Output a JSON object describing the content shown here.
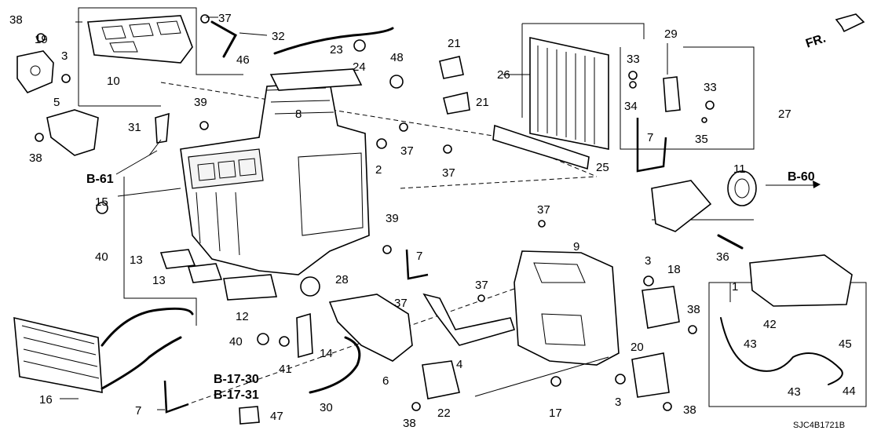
{
  "diagram": {
    "code": "SJC4B1721B",
    "direction_label": "FR.",
    "refs": {
      "b61": "B-61",
      "b60": "B-60",
      "b1730": "B-17-30",
      "b1731": "B-17-31"
    },
    "callouts": {
      "n38a": "38",
      "n19": "19",
      "n3a": "3",
      "n5": "5",
      "n38b": "38",
      "n10": "10",
      "n37a": "37",
      "n32": "32",
      "n46": "46",
      "n23": "23",
      "n24": "24",
      "n48": "48",
      "n21a": "21",
      "n21b": "21",
      "n8": "8",
      "n39a": "39",
      "n31": "31",
      "n2": "2",
      "n37b": "37",
      "n37c": "37",
      "n15": "15",
      "n40a": "40",
      "n13a": "13",
      "n13b": "13",
      "n12": "12",
      "n28": "28",
      "n39b": "39",
      "n7a": "7",
      "n37d": "37",
      "n37e": "37",
      "n37f": "37",
      "n16": "16",
      "n7b": "7",
      "n40b": "40",
      "n41": "41",
      "n14": "14",
      "n6": "6",
      "n30": "30",
      "n47": "47",
      "n4": "4",
      "n9": "9",
      "n22": "22",
      "n38c": "38",
      "n17": "17",
      "n26": "26",
      "n29": "29",
      "n33a": "33",
      "n33b": "33",
      "n34": "34",
      "n35": "35",
      "n27": "27",
      "n25": "25",
      "n7c": "7",
      "n11": "11",
      "n36": "36",
      "n3b": "3",
      "n18": "18",
      "n38d": "38",
      "n20": "20",
      "n3c": "3",
      "n38e": "38",
      "n1": "1",
      "n42": "42",
      "n43a": "43",
      "n45": "45",
      "n43b": "43",
      "n44": "44"
    }
  }
}
